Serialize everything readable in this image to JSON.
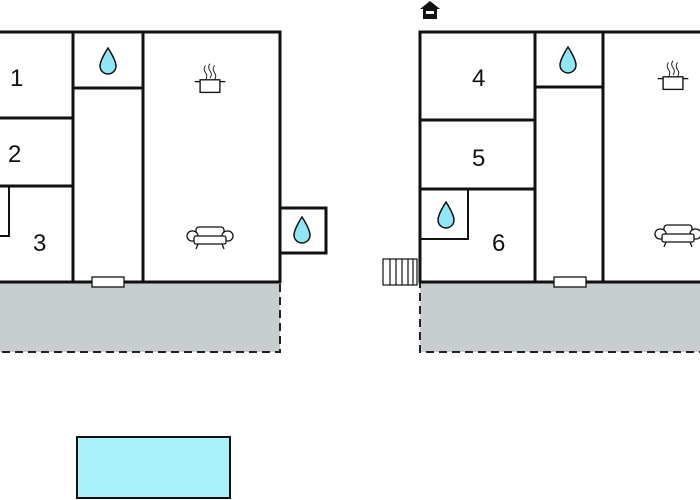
{
  "colors": {
    "wall": "#111111",
    "terrace": "#c8cdd0",
    "terrace_edge": "#222222",
    "pool": "#aaf2fa",
    "water": "#8fe6f5"
  },
  "icons": {
    "water": "water-drop-icon",
    "kitchen": "cooking-pot-icon",
    "living": "sofa-icon",
    "entrance": "house-entrance-icon",
    "stairs": "stairs-icon"
  },
  "units": [
    {
      "name": "left-unit",
      "rooms": [
        {
          "label": "1"
        },
        {
          "label": "2"
        },
        {
          "label": "3"
        }
      ]
    },
    {
      "name": "right-unit",
      "rooms": [
        {
          "label": "4"
        },
        {
          "label": "5"
        },
        {
          "label": "6"
        }
      ]
    }
  ]
}
